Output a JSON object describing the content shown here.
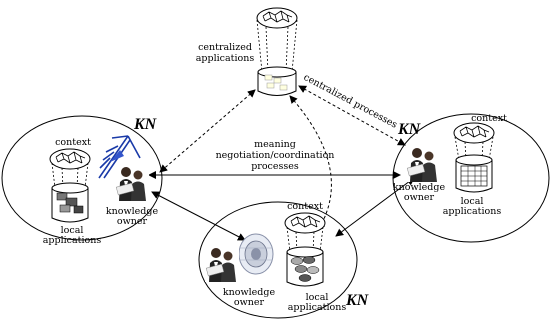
{
  "kn_label": "KN",
  "central": {
    "label_line1": "centralized",
    "label_line2": "applications",
    "processes_label": "centralized processes"
  },
  "middle": {
    "line1": "meaning",
    "line2": "negotiation/coordination",
    "line3": "processes"
  },
  "left_node": {
    "context": "context",
    "owner_line1": "knowledge",
    "owner_line2": "owner",
    "apps_line1": "local",
    "apps_line2": "applications"
  },
  "right_node": {
    "context": "context",
    "owner_line1": "knowledge",
    "owner_line2": "owner",
    "apps_line1": "local",
    "apps_line2": "applications"
  },
  "bottom_node": {
    "context": "context",
    "owner_line1": "knowledge",
    "owner_line2": "owner",
    "apps_line1": "local",
    "apps_line2": "applications"
  },
  "icons": [
    "context-graph-icon",
    "database-cylinder-icon",
    "knowledge-owner-photo",
    "crane-icon",
    "tunnel-icon"
  ]
}
